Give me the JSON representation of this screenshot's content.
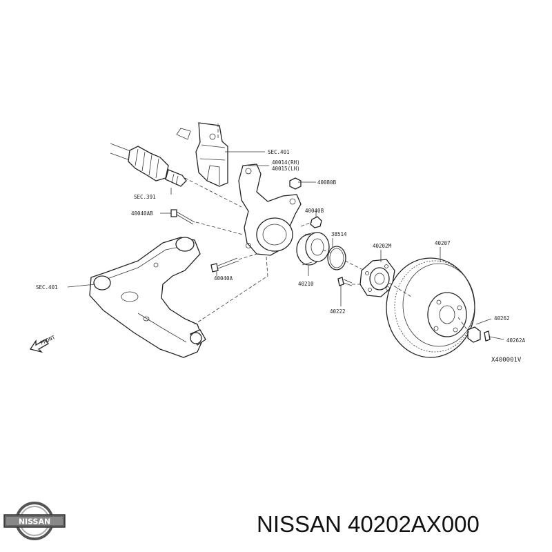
{
  "labels": {
    "sec401_top": "SEC.401",
    "p40014": "40014(RH)",
    "p40015": "40015(LH)",
    "p40080b": "40080B",
    "sec391": "SEC.391",
    "p40040ab": "40040AB",
    "p40040b": "40040B",
    "p38514": "38514",
    "p40202m": "40202M",
    "p40207": "40207",
    "sec401_left": "SEC.401",
    "p40040a": "40040A",
    "p40210": "40210",
    "p40222": "40222",
    "p40262": "40262",
    "p40262a": "40262A",
    "front": "FRONT",
    "figure_code": "X400001V"
  },
  "logo": {
    "text": "NISSAN"
  },
  "caption": "NISSAN 40202AX000"
}
